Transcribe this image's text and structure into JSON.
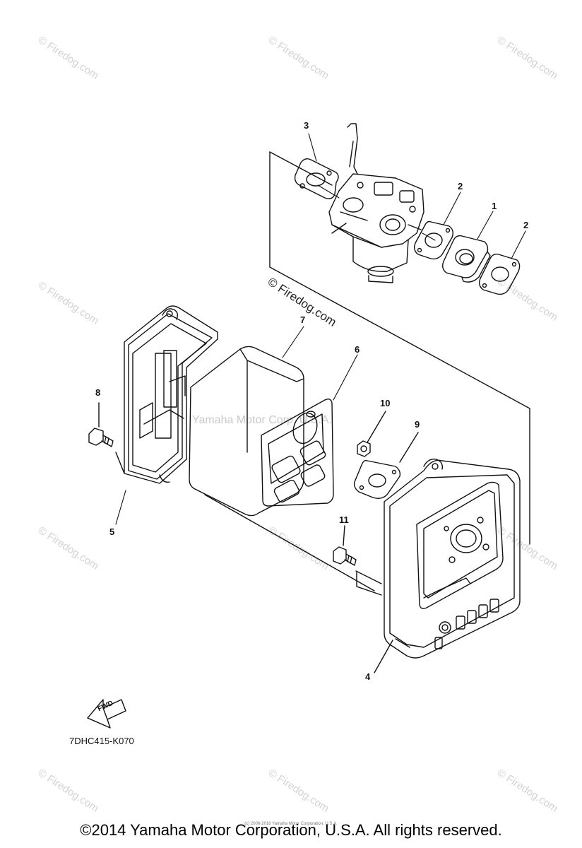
{
  "watermarks": {
    "corner_text": "© Firedog.com",
    "center_text": "Yamaha Motor Corp, U.S.A."
  },
  "diagram": {
    "callouts": [
      "1",
      "2",
      "2",
      "3",
      "4",
      "5",
      "6",
      "7",
      "8",
      "9",
      "10",
      "11"
    ],
    "firedog_label": "© Firedog.com",
    "fwd_label": "FWD",
    "diagram_code": "7DHC415-K070"
  },
  "footer": {
    "copyright": "©2014 Yamaha Motor Corporation, U.S.A. All rights reserved.",
    "fine_print": "(c) 2006-2016 Yamaha Motor Corporation, U.S.A."
  },
  "colors": {
    "line": "#111111",
    "watermark": "#d3d3d3",
    "background": "#ffffff"
  }
}
